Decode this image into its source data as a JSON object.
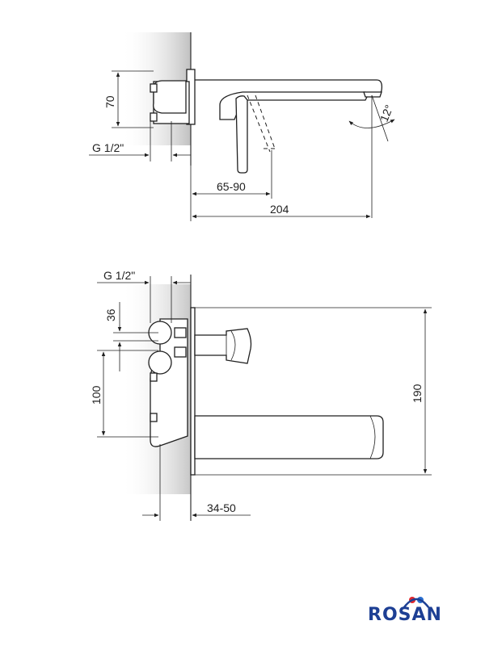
{
  "top_view": {
    "dim_height": "70",
    "dim_thread": "G 1/2\"",
    "dim_depth_range": "65-90",
    "dim_length": "204",
    "dim_angle": "12°"
  },
  "front_view": {
    "dim_thread": "G 1/2\"",
    "dim_spacing_small": "36",
    "dim_spacing_large": "100",
    "dim_total_height": "190",
    "dim_offset_range": "34-50"
  },
  "logo": {
    "text": "ROSAN",
    "colors": {
      "primary": "#1d3f94",
      "red": "#e0282d",
      "blue": "#2a6fd0"
    }
  }
}
